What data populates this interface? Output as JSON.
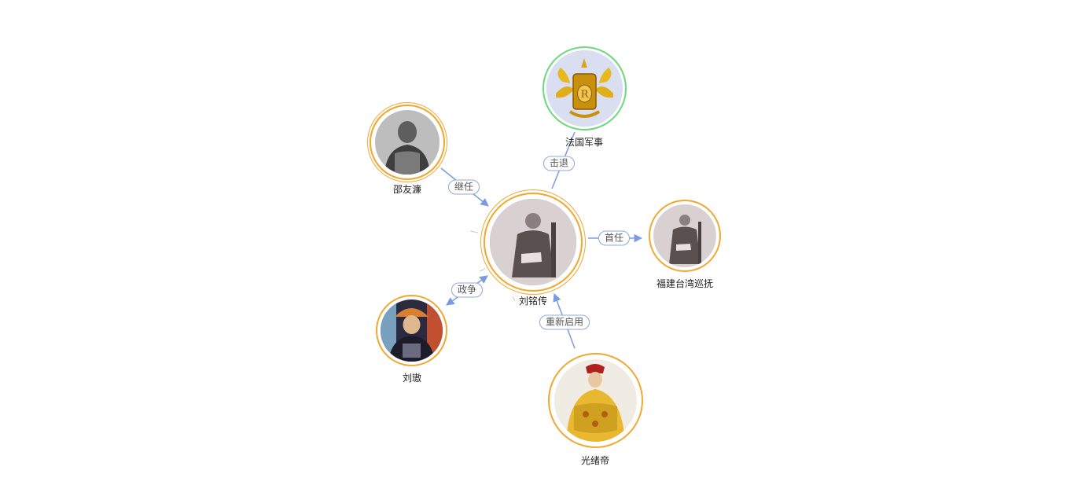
{
  "graph": {
    "center": {
      "id": "liumingchuan",
      "label": "刘铭传"
    },
    "nodes": [
      {
        "id": "liumingchuan",
        "label": "刘铭传",
        "portrait": "seated-official-portrait",
        "ring_color": "#f0a830"
      },
      {
        "id": "shaoyoulian",
        "label": "邵友濂",
        "portrait": "official-portrait",
        "ring_color": "#f0a830"
      },
      {
        "id": "faguo",
        "label": "法国军事",
        "portrait": "french-coat-of-arms",
        "ring_color": "#6cd97e"
      },
      {
        "id": "fujian",
        "label": "福建台湾巡抚",
        "portrait": "seated-official-portrait",
        "ring_color": "#f0a830"
      },
      {
        "id": "liuao",
        "label": "刘璈",
        "portrait": "qing-official-portrait",
        "ring_color": "#f0a830"
      },
      {
        "id": "guangxu",
        "label": "光绪帝",
        "portrait": "emperor-portrait",
        "ring_color": "#f0a830"
      }
    ],
    "edges": [
      {
        "from": "shaoyoulian",
        "to": "liumingchuan",
        "label": "继任"
      },
      {
        "from": "liumingchuan",
        "to": "faguo",
        "label": "击退"
      },
      {
        "from": "liumingchuan",
        "to": "fujian",
        "label": "首任"
      },
      {
        "from": "liumingchuan",
        "to": "liuao",
        "label": "政争"
      },
      {
        "from": "guangxu",
        "to": "liumingchuan",
        "label": "重新启用"
      }
    ],
    "colors": {
      "edge": "#7a9be0",
      "label_border": "#8fa8d8"
    }
  }
}
